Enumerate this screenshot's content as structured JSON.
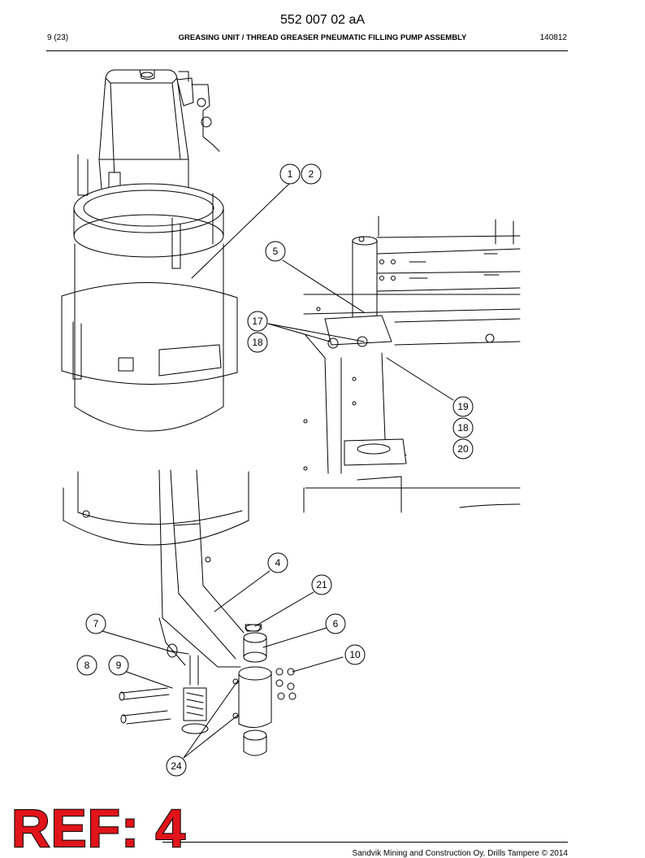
{
  "header": {
    "doc_number": "552 007 02 aA",
    "page": "9 (23)",
    "title": "GREASING UNIT / THREAD GREASER PNEUMATIC FILLING PUMP ASSEMBLY",
    "date": "140812"
  },
  "callouts": [
    "1",
    "2",
    "5",
    "17",
    "18",
    "19",
    "18",
    "20",
    "4",
    "21",
    "7",
    "6",
    "8",
    "9",
    "10",
    "24"
  ],
  "footer": {
    "copyright": "Sandvik Mining and Construction Oy, Drills Tampere © 2014"
  },
  "stamp": {
    "text": "REF: 4",
    "color": "#e0141a"
  }
}
